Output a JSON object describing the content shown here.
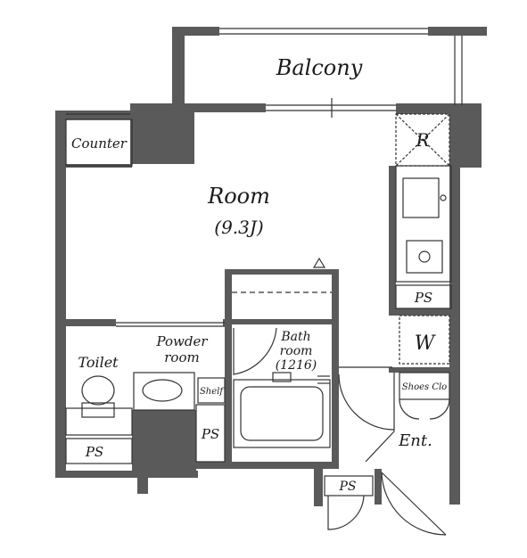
{
  "labels": {
    "balcony": "Balcony",
    "counter": "Counter",
    "refrigerator": "R",
    "room": "Room",
    "room_size": "(9.3J)",
    "ps_kitchen": "PS",
    "washer": "W",
    "toilet": "Toilet",
    "powder_room_1": "Powder",
    "powder_room_2": "room",
    "bath_1": "Bath",
    "bath_2": "room",
    "bath_3": "(1216)",
    "shelf": "Shelf",
    "shoes_closet": "Shoes Clo",
    "ps_left": "PS",
    "ps_middle": "PS",
    "ps_bottom": "PS",
    "entrance": "Ent."
  }
}
